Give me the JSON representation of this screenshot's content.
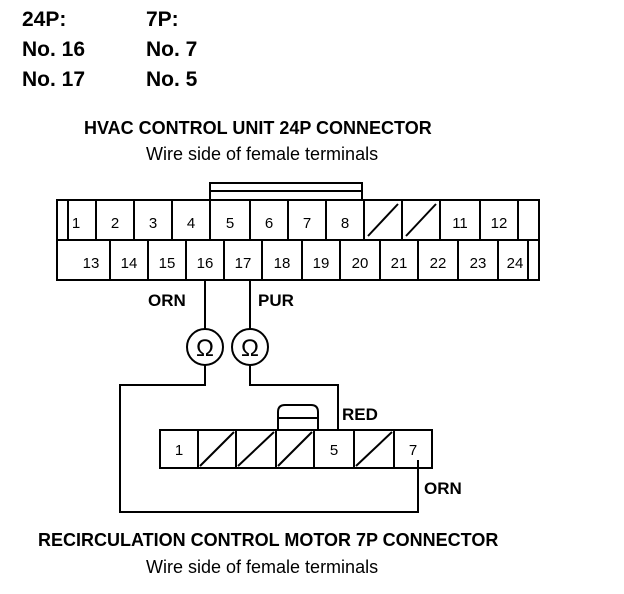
{
  "pin_table": {
    "headers": [
      "24P:",
      "7P:"
    ],
    "rows": [
      [
        "No. 16",
        "No. 7"
      ],
      [
        "No. 17",
        "No. 5"
      ]
    ]
  },
  "hvac_connector": {
    "title": "HVAC CONTROL UNIT 24P CONNECTOR",
    "subtitle": "Wire side of female terminals",
    "top_row": [
      "1",
      "2",
      "3",
      "4",
      "5",
      "6",
      "7",
      "8",
      "",
      "",
      "11",
      "12"
    ],
    "bottom_row": [
      "13",
      "14",
      "15",
      "16",
      "17",
      "18",
      "19",
      "20",
      "21",
      "22",
      "23",
      "24"
    ]
  },
  "motor_connector": {
    "title": "RECIRCULATION CONTROL MOTOR 7P CONNECTOR",
    "subtitle": "Wire side of female terminals",
    "cells": [
      "1",
      "",
      "",
      "",
      "5",
      "",
      "7"
    ]
  },
  "wires": {
    "orn_top": "ORN",
    "pur": "PUR",
    "red": "RED",
    "orn_bottom": "ORN"
  },
  "meters": {
    "left_symbol": "Ω",
    "right_symbol": "Ω"
  }
}
